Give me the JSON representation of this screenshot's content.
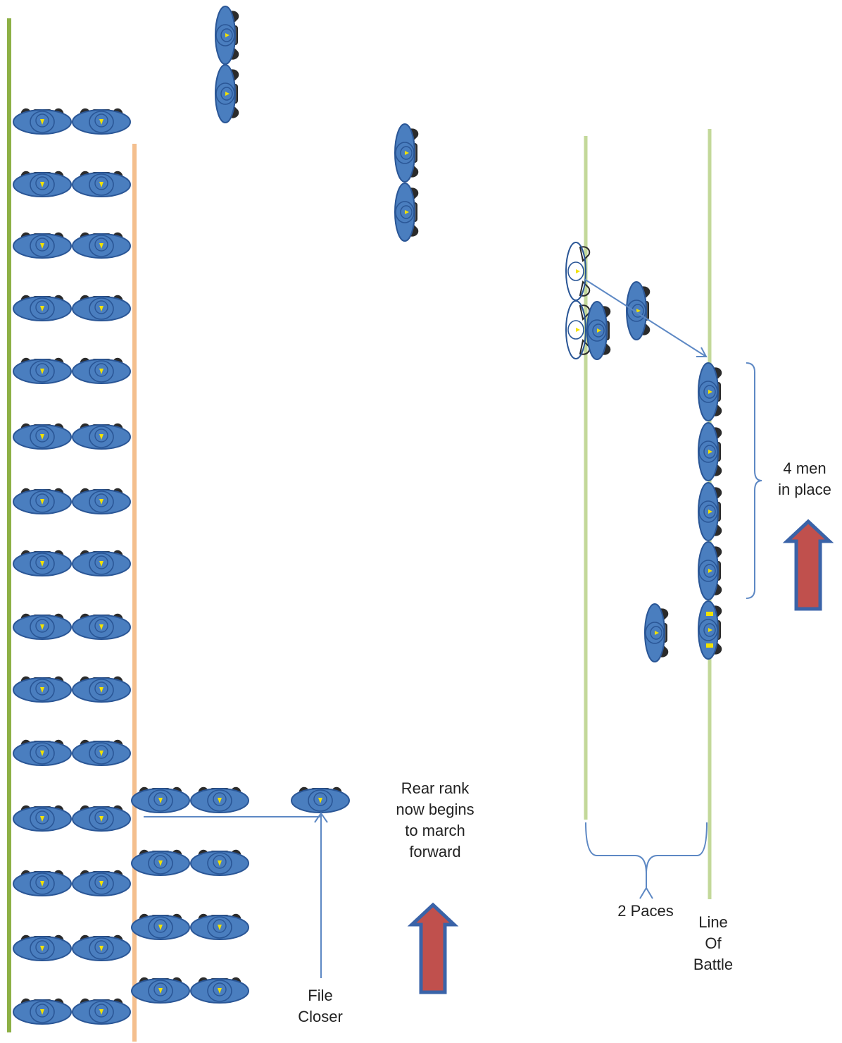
{
  "labels": {
    "rear_rank_line1": "Rear rank",
    "rear_rank_line2": "now begins",
    "rear_rank_line3": "to march",
    "rear_rank_line4": "forward",
    "file_closer_line1": "File",
    "file_closer_line2": "Closer",
    "four_men_line1": "4 men",
    "four_men_line2": "in place",
    "two_paces": "2 Paces",
    "lob_line1": "Line",
    "lob_line2": "Of",
    "lob_line3": "Battle"
  },
  "colors": {
    "soldier_fill": "#4a7ebf",
    "soldier_stroke": "#2a5696",
    "soldier_pack": "#2b2b2b",
    "soldier_mark": "#f2e200",
    "left_green_line": "#8db045",
    "orange_line": "#f4bf8e",
    "battle_lines": "#c3d89a",
    "connector": "#5d88c4",
    "big_arrow_fill": "#c0504d",
    "big_arrow_stroke": "#3a63a8"
  },
  "icons": {
    "soldier": "soldier-topdown-icon",
    "arrow": "up-arrow-icon"
  }
}
